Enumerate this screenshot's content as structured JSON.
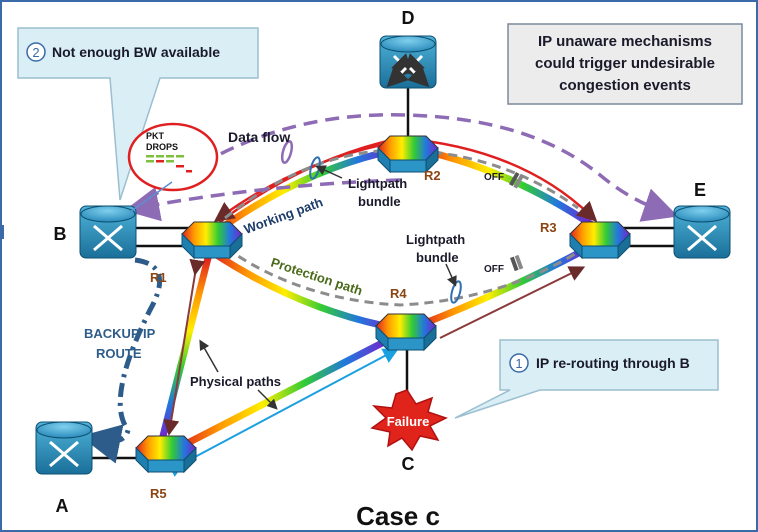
{
  "caption": "Case c",
  "nodes": {
    "A": "A",
    "B": "B",
    "C": "C",
    "D": "D",
    "E": "E",
    "R1": "R1",
    "R2": "R2",
    "R3": "R3",
    "R4": "R4",
    "R5": "R5"
  },
  "callouts": {
    "bw": {
      "number": "2",
      "text": "Not enough BW available"
    },
    "reroute": {
      "number": "1",
      "text": "IP re-routing through B"
    },
    "ip_unaware": {
      "line1": "IP unaware mechanisms",
      "line2": "could trigger undesirable",
      "line3": "congestion events"
    }
  },
  "labels": {
    "data_flow": "Data flow",
    "lightpath_bundle_1a": "Lightpath",
    "lightpath_bundle_1b": "bundle",
    "lightpath_bundle_2a": "Lightpath",
    "lightpath_bundle_2b": "bundle",
    "working_path": "Working path",
    "protection_path": "Protection path",
    "off_1": "OFF",
    "off_2": "OFF",
    "backup_ip_1": "BACKUP IP",
    "backup_ip_2": "ROUTE",
    "physical_paths": "Physical paths",
    "failure": "Failure",
    "pkt_drops_1": "PKT",
    "pkt_drops_2": "DROPS"
  },
  "colors": {
    "frame": "#3a6aa8",
    "router_blue": "#1f7fb0",
    "dashed_purple": "#8e6bb5",
    "dashed_gray": "#8c8c8c",
    "red_path": "#e02020",
    "callout_fill": "#d9eef5",
    "label_brown": "#8b4513",
    "backup_blue": "#2e5c8a",
    "failure_red": "#e0241b"
  }
}
